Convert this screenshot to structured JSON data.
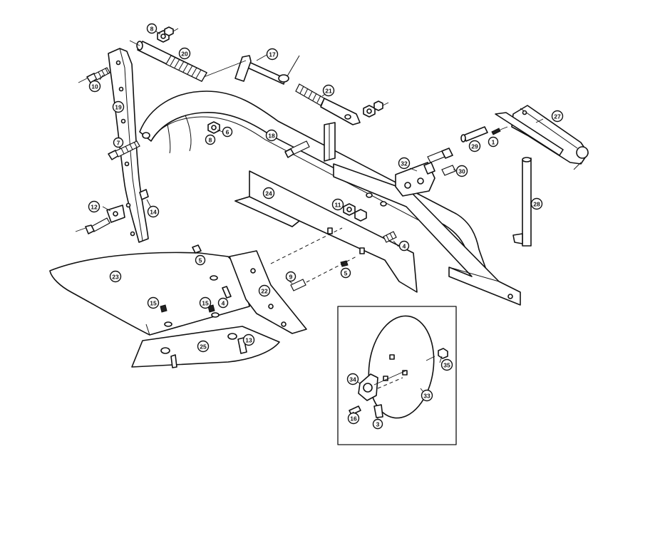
{
  "callouts": [
    {
      "label": "8"
    },
    {
      "label": "20"
    },
    {
      "label": "17"
    },
    {
      "label": "10"
    },
    {
      "label": "19"
    },
    {
      "label": "21"
    },
    {
      "label": "6"
    },
    {
      "label": "8"
    },
    {
      "label": "7"
    },
    {
      "label": "18"
    },
    {
      "label": "27"
    },
    {
      "label": "29"
    },
    {
      "label": "1"
    },
    {
      "label": "32"
    },
    {
      "label": "30"
    },
    {
      "label": "24"
    },
    {
      "label": "11"
    },
    {
      "label": "28"
    },
    {
      "label": "12"
    },
    {
      "label": "14"
    },
    {
      "label": "4"
    },
    {
      "label": "5"
    },
    {
      "label": "5"
    },
    {
      "label": "9"
    },
    {
      "label": "23"
    },
    {
      "label": "22"
    },
    {
      "label": "15"
    },
    {
      "label": "15"
    },
    {
      "label": "4"
    },
    {
      "label": "25"
    },
    {
      "label": "13"
    },
    {
      "label": "35"
    },
    {
      "label": "34"
    },
    {
      "label": "33"
    },
    {
      "label": "16"
    },
    {
      "label": "3"
    }
  ]
}
